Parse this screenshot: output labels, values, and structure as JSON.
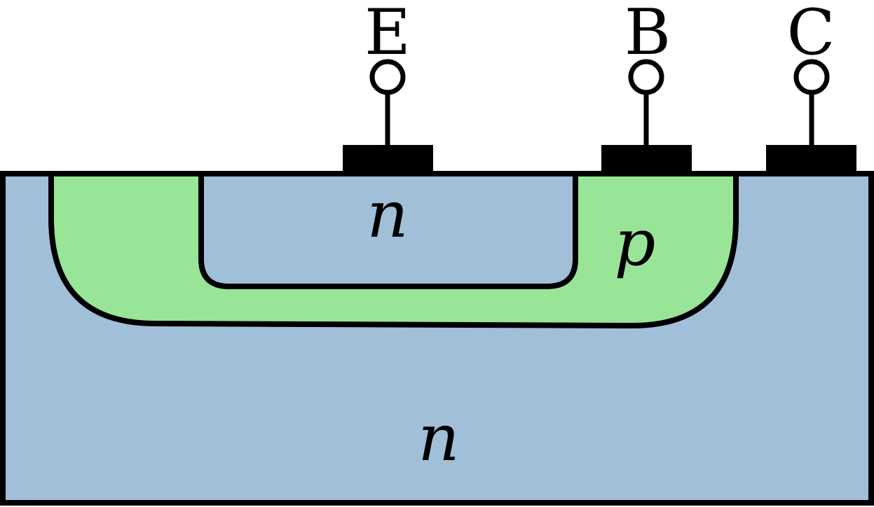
{
  "colors": {
    "n_region": "#a2bfd9",
    "p_region": "#98e597",
    "outline": "#000000",
    "contact": "#000000",
    "background": "#ffffff"
  },
  "terminals": {
    "emitter": "E",
    "base": "B",
    "collector": "C"
  },
  "regions": {
    "emitter": "n",
    "base": "p",
    "collector": "n"
  }
}
